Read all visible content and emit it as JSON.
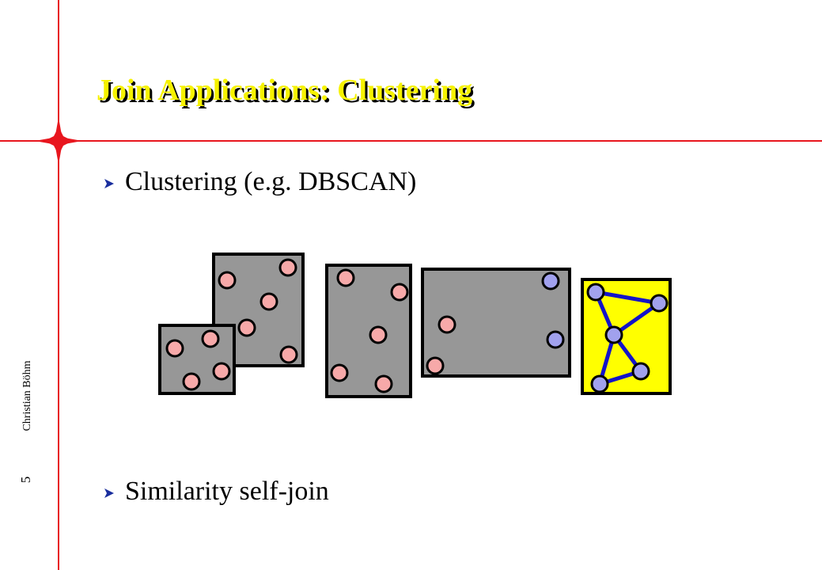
{
  "slide": {
    "title": "Join Applications: Clustering",
    "bullets": [
      {
        "text": "Clustering (e.g. DBSCAN)",
        "icon": "arrow-bullet-icon"
      },
      {
        "text": "Similarity self-join",
        "icon": "arrow-bullet-icon"
      }
    ],
    "author": "Christian Böhm",
    "page_number": "5"
  },
  "colors": {
    "accent_line": "#e8161e",
    "title": "#f6f200",
    "title_shadow": "#000000",
    "box_gray": "#979797",
    "box_yellow": "#ffff00",
    "point_pink": "#f7a9a9",
    "point_blue": "#a1a1ee",
    "edge_blue": "#1414c8",
    "bullet_arrow": "#1a2e9e"
  }
}
